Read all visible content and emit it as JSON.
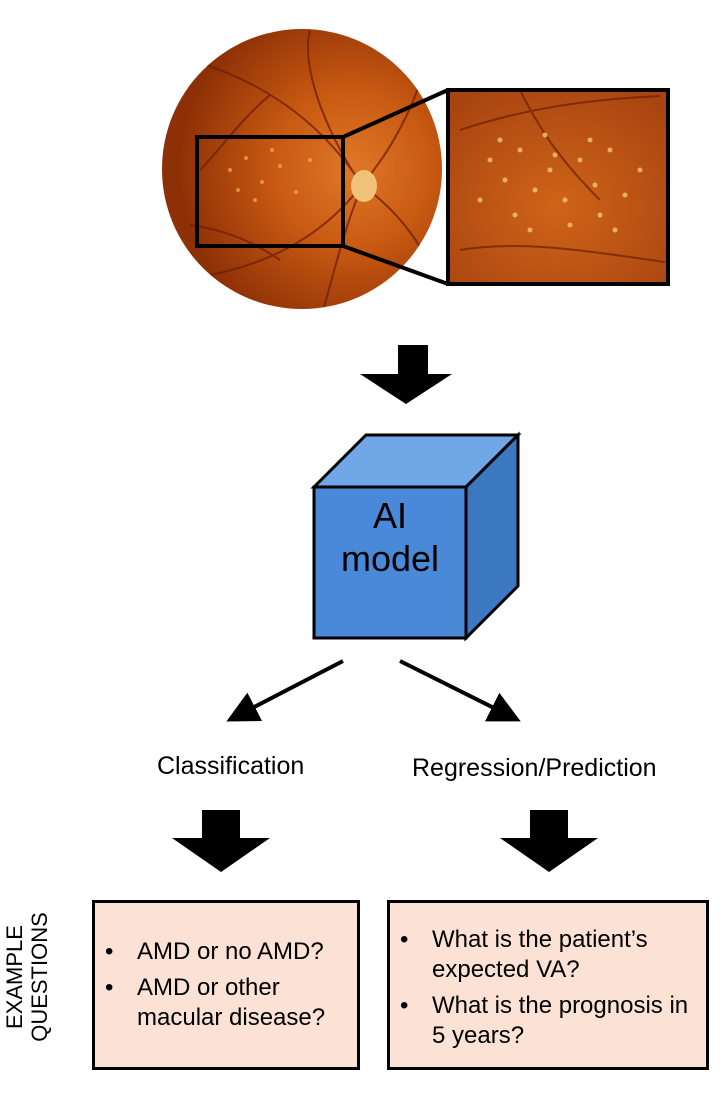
{
  "model": {
    "line1": "AI",
    "line2": "model"
  },
  "branches": {
    "left": "Classification",
    "right": "Regression/Prediction"
  },
  "side_label": {
    "line1": "EXAMPLE",
    "line2": "QUESTIONS"
  },
  "left_questions": [
    "AMD or no AMD?",
    "AMD or other macular disease?"
  ],
  "right_questions": [
    "What is the patient’s expected VA?",
    "What is the prognosis in 5 years?"
  ],
  "colors": {
    "fundus": "#c85a12",
    "cube_front": "#4a88d8",
    "box_fill": "#fbe2d5"
  },
  "icons": {
    "fundus": "retina-fundus-image",
    "arrow": "down-arrow"
  }
}
